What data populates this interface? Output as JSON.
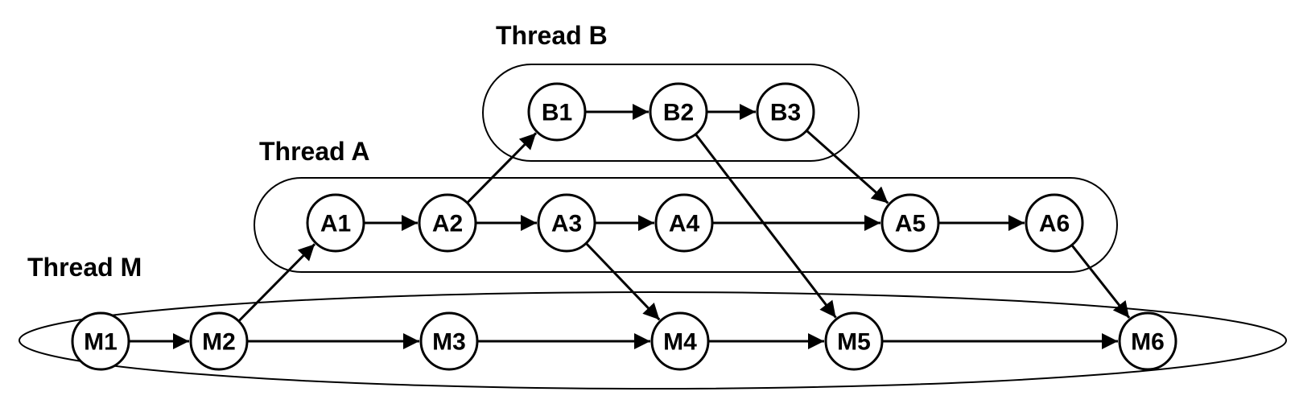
{
  "threads": {
    "B": {
      "label": "Thread B"
    },
    "A": {
      "label": "Thread A"
    },
    "M": {
      "label": "Thread M"
    }
  },
  "nodes": {
    "B1": "B1",
    "B2": "B2",
    "B3": "B3",
    "A1": "A1",
    "A2": "A2",
    "A3": "A3",
    "A4": "A4",
    "A5": "A5",
    "A6": "A6",
    "M1": "M1",
    "M2": "M2",
    "M3": "M3",
    "M4": "M4",
    "M5": "M5",
    "M6": "M6"
  },
  "edges": [
    [
      "B1",
      "B2"
    ],
    [
      "B2",
      "B3"
    ],
    [
      "A1",
      "A2"
    ],
    [
      "A2",
      "A3"
    ],
    [
      "A3",
      "A4"
    ],
    [
      "A4",
      "A5"
    ],
    [
      "A5",
      "A6"
    ],
    [
      "M1",
      "M2"
    ],
    [
      "M2",
      "M3"
    ],
    [
      "M3",
      "M4"
    ],
    [
      "M4",
      "M5"
    ],
    [
      "M5",
      "M6"
    ],
    [
      "M2",
      "A1"
    ],
    [
      "A2",
      "B1"
    ],
    [
      "B3",
      "A5"
    ],
    [
      "B2",
      "M5"
    ],
    [
      "A3",
      "M4"
    ],
    [
      "A6",
      "M6"
    ]
  ]
}
